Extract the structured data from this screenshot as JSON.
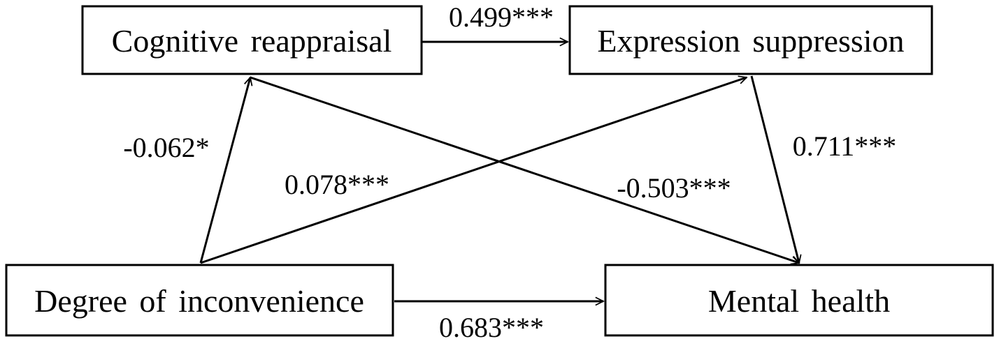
{
  "nodes": {
    "cognitive_reappraisal": "Cognitive reappraisal",
    "expression_suppression": "Expression suppression",
    "degree_of_inconvenience": "Degree of inconvenience",
    "mental_health": "Mental health"
  },
  "paths": {
    "cr_to_es": "0.499***",
    "doi_to_cr": "-0.062*",
    "doi_to_es": "0.078***",
    "cr_to_mh": "-0.503***",
    "es_to_mh": "0.711***",
    "doi_to_mh": "0.683***"
  },
  "colors": {
    "line": "#000000",
    "box_fill": "#ffffff",
    "background": "#ffffff"
  }
}
